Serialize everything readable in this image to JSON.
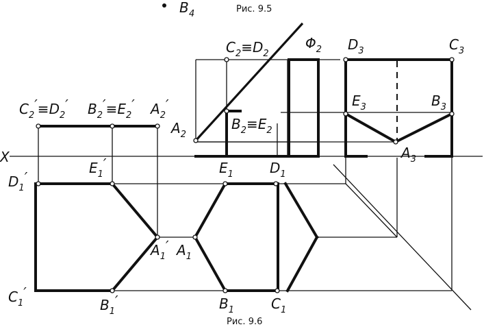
{
  "captions": {
    "top_fragment": "B",
    "top_fragment_sub": "4",
    "fig_top": "Рис. 9.5",
    "fig_bottom": "Рис. 9.6"
  },
  "axis": {
    "label": "X"
  },
  "labels": [
    {
      "id": "c2d2-prime",
      "main": "C",
      "sub": "2",
      "mark": "′",
      "eq": "≡",
      "main2": "D",
      "sub2": "2",
      "mark2": "′"
    },
    {
      "id": "b2e2-prime",
      "main": "B",
      "sub": "2",
      "mark": "′",
      "eq": "≡",
      "main2": "E",
      "sub2": "2",
      "mark2": "′"
    },
    {
      "id": "a2-prime",
      "main": "A",
      "sub": "2",
      "mark": "′"
    },
    {
      "id": "d1-prime",
      "main": "D",
      "sub": "1",
      "mark": "′"
    },
    {
      "id": "e1-prime",
      "main": "E",
      "sub": "1",
      "mark": "′"
    },
    {
      "id": "a1-prime",
      "main": "A",
      "sub": "1",
      "mark": "′"
    },
    {
      "id": "c1-prime",
      "main": "C",
      "sub": "1",
      "mark": "′"
    },
    {
      "id": "b1-prime",
      "main": "B",
      "sub": "1",
      "mark": "′"
    },
    {
      "id": "a1",
      "main": "A",
      "sub": "1"
    },
    {
      "id": "e1",
      "main": "E",
      "sub": "1"
    },
    {
      "id": "d1",
      "main": "D",
      "sub": "1"
    },
    {
      "id": "b1",
      "main": "B",
      "sub": "1"
    },
    {
      "id": "c1",
      "main": "C",
      "sub": "1"
    },
    {
      "id": "c2d2",
      "main": "C",
      "sub": "2",
      "eq": "≡",
      "main2": "D",
      "sub2": "2"
    },
    {
      "id": "phi2",
      "main": "Φ",
      "sub": "2"
    },
    {
      "id": "a2",
      "main": "A",
      "sub": "2"
    },
    {
      "id": "b2e2",
      "main": "B",
      "sub": "2",
      "eq": "≡",
      "main2": "E",
      "sub2": "2"
    },
    {
      "id": "d3",
      "main": "D",
      "sub": "3"
    },
    {
      "id": "c3",
      "main": "C",
      "sub": "3"
    },
    {
      "id": "e3",
      "main": "E",
      "sub": "3"
    },
    {
      "id": "b3",
      "main": "B",
      "sub": "3"
    },
    {
      "id": "a3",
      "main": "A",
      "sub": "3"
    }
  ]
}
